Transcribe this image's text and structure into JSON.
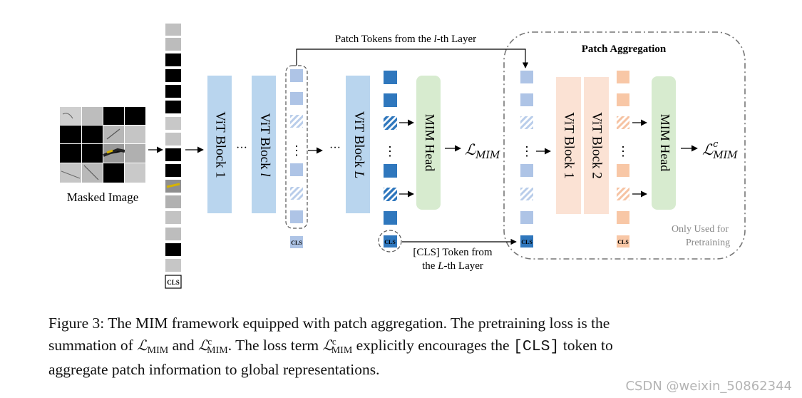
{
  "diagram": {
    "top_label": "Patch Tokens from the ",
    "top_label_italic": "l",
    "top_label_tail": "-th Layer",
    "aggregation_title": "Patch Aggregation",
    "masked_image_label": "Masked Image",
    "vit_block_1": "ViT Block 1",
    "vit_block_l_prefix": "ViT Block ",
    "vit_block_l_var": "l",
    "vit_block_L_prefix": "ViT Block ",
    "vit_block_L_var": "L",
    "mim_head": "MIM Head",
    "agg_block_1": "ViT Block 1",
    "agg_block_2": "ViT Block 2",
    "agg_head": "MIM Head",
    "loss_main": "ℒ",
    "loss_sub": "MIM",
    "loss_c_sup": "c",
    "cls": "CLS",
    "ellipsis_h": "···",
    "ellipsis_v": "⋮",
    "cls_label_line1": "[CLS] Token from",
    "cls_label_line2_a": "the ",
    "cls_label_line2_var": "L",
    "cls_label_line2_b": "-th Layer",
    "only_used_line1": "Only Used for",
    "only_used_line2": "Pretraining"
  },
  "caption": {
    "p1": "Figure 3:  The MIM framework equipped with patch aggregation.  The pretraining loss is the",
    "p2a": "summation of ",
    "p2b": " and ",
    "p2c": ".  The loss term ",
    "p2d": " explicitly encourages the ",
    "p2e": "[CLS]",
    "p2f": " token to",
    "p3": "aggregate patch information to global representations.",
    "L": "ℒ",
    "MIM": "MIM",
    "c": "c"
  },
  "watermark": "CSDN @weixin_50862344",
  "colors": {
    "vit_blue": "#b9d5ee",
    "token_light": "#aec4e6",
    "token_dark": "#2f77bd",
    "head_green": "#d7ebcf",
    "agg_block": "#fbe2d4",
    "token_orange": "#f8c7a6",
    "dashed_border": "#7a7a7a",
    "gray_text": "#8a8a8a"
  }
}
